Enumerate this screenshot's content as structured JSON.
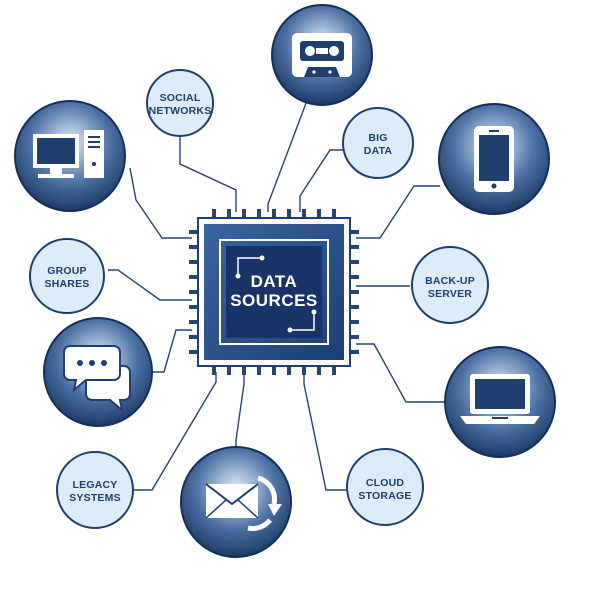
{
  "center": {
    "line1": "DATA",
    "line2": "SOURCES"
  },
  "labels": {
    "social_networks": [
      "SOCIAL",
      "NETWORKS"
    ],
    "big_data": [
      "BIG",
      "DATA"
    ],
    "group_shares": [
      "GROUP",
      "SHARES"
    ],
    "backup_server": [
      "BACK-UP",
      "SERVER"
    ],
    "legacy_systems": [
      "LEGACY",
      "SYSTEMS"
    ],
    "cloud_storage": [
      "CLOUD",
      "STORAGE"
    ]
  },
  "icons": {
    "cassette": "cassette-icon",
    "desktop": "desktop-computer-icon",
    "phone": "smartphone-icon",
    "chat": "chat-bubbles-icon",
    "laptop": "laptop-icon",
    "email": "email-icon"
  },
  "colors": {
    "navy": "#1f3f6f",
    "dark_navy": "#14305a",
    "light_fill": "#dcecf9",
    "line": "#27456f"
  }
}
